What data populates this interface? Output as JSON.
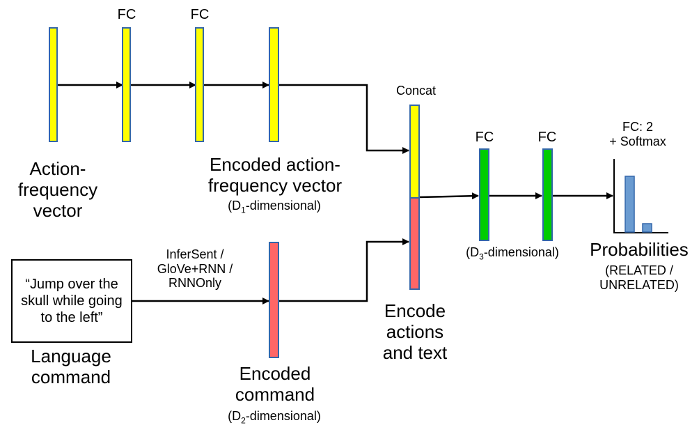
{
  "labels": {
    "fc_1": "FC",
    "fc_2": "FC",
    "action_frequency_vector": "Action-\nfrequency\nvector",
    "encoded_action_frequency_vector": "Encoded action-\nfrequency vector",
    "d1_prefix": "(D",
    "d1_sub": "1",
    "d1_suffix": "-dimensional)",
    "concat": "Concat",
    "fc_3": "FC",
    "fc_4": "FC",
    "fc_softmax": "FC: 2\n+ Softmax",
    "language_command_text": "“Jump over the skull while going to the left”",
    "language_command": "Language\ncommand",
    "text_encoder_options": "InferSent /\nGloVe+RNN /\nRNNOnly",
    "encoded_command": "Encoded\ncommand",
    "d2_prefix": "(D",
    "d2_sub": "2",
    "d2_suffix": "-dimensional)",
    "encode_actions_and_text": "Encode\nactions\nand text",
    "d3_prefix": "(D",
    "d3_sub": "3",
    "d3_suffix": "-dimensional)",
    "probabilities": "Probabilities",
    "probabilities_classes": "(RELATED /\nUNRELATED)"
  },
  "colors": {
    "yellow_layer": "#ffff00",
    "red_layer": "#ff6666",
    "green_layer": "#00cc00",
    "layer_border": "#3366aa",
    "prob_bar": "#6a9bd1",
    "line": "#000000"
  },
  "probabilities_chart": {
    "series": [
      {
        "values": [
          1.0,
          0.15
        ]
      }
    ]
  }
}
